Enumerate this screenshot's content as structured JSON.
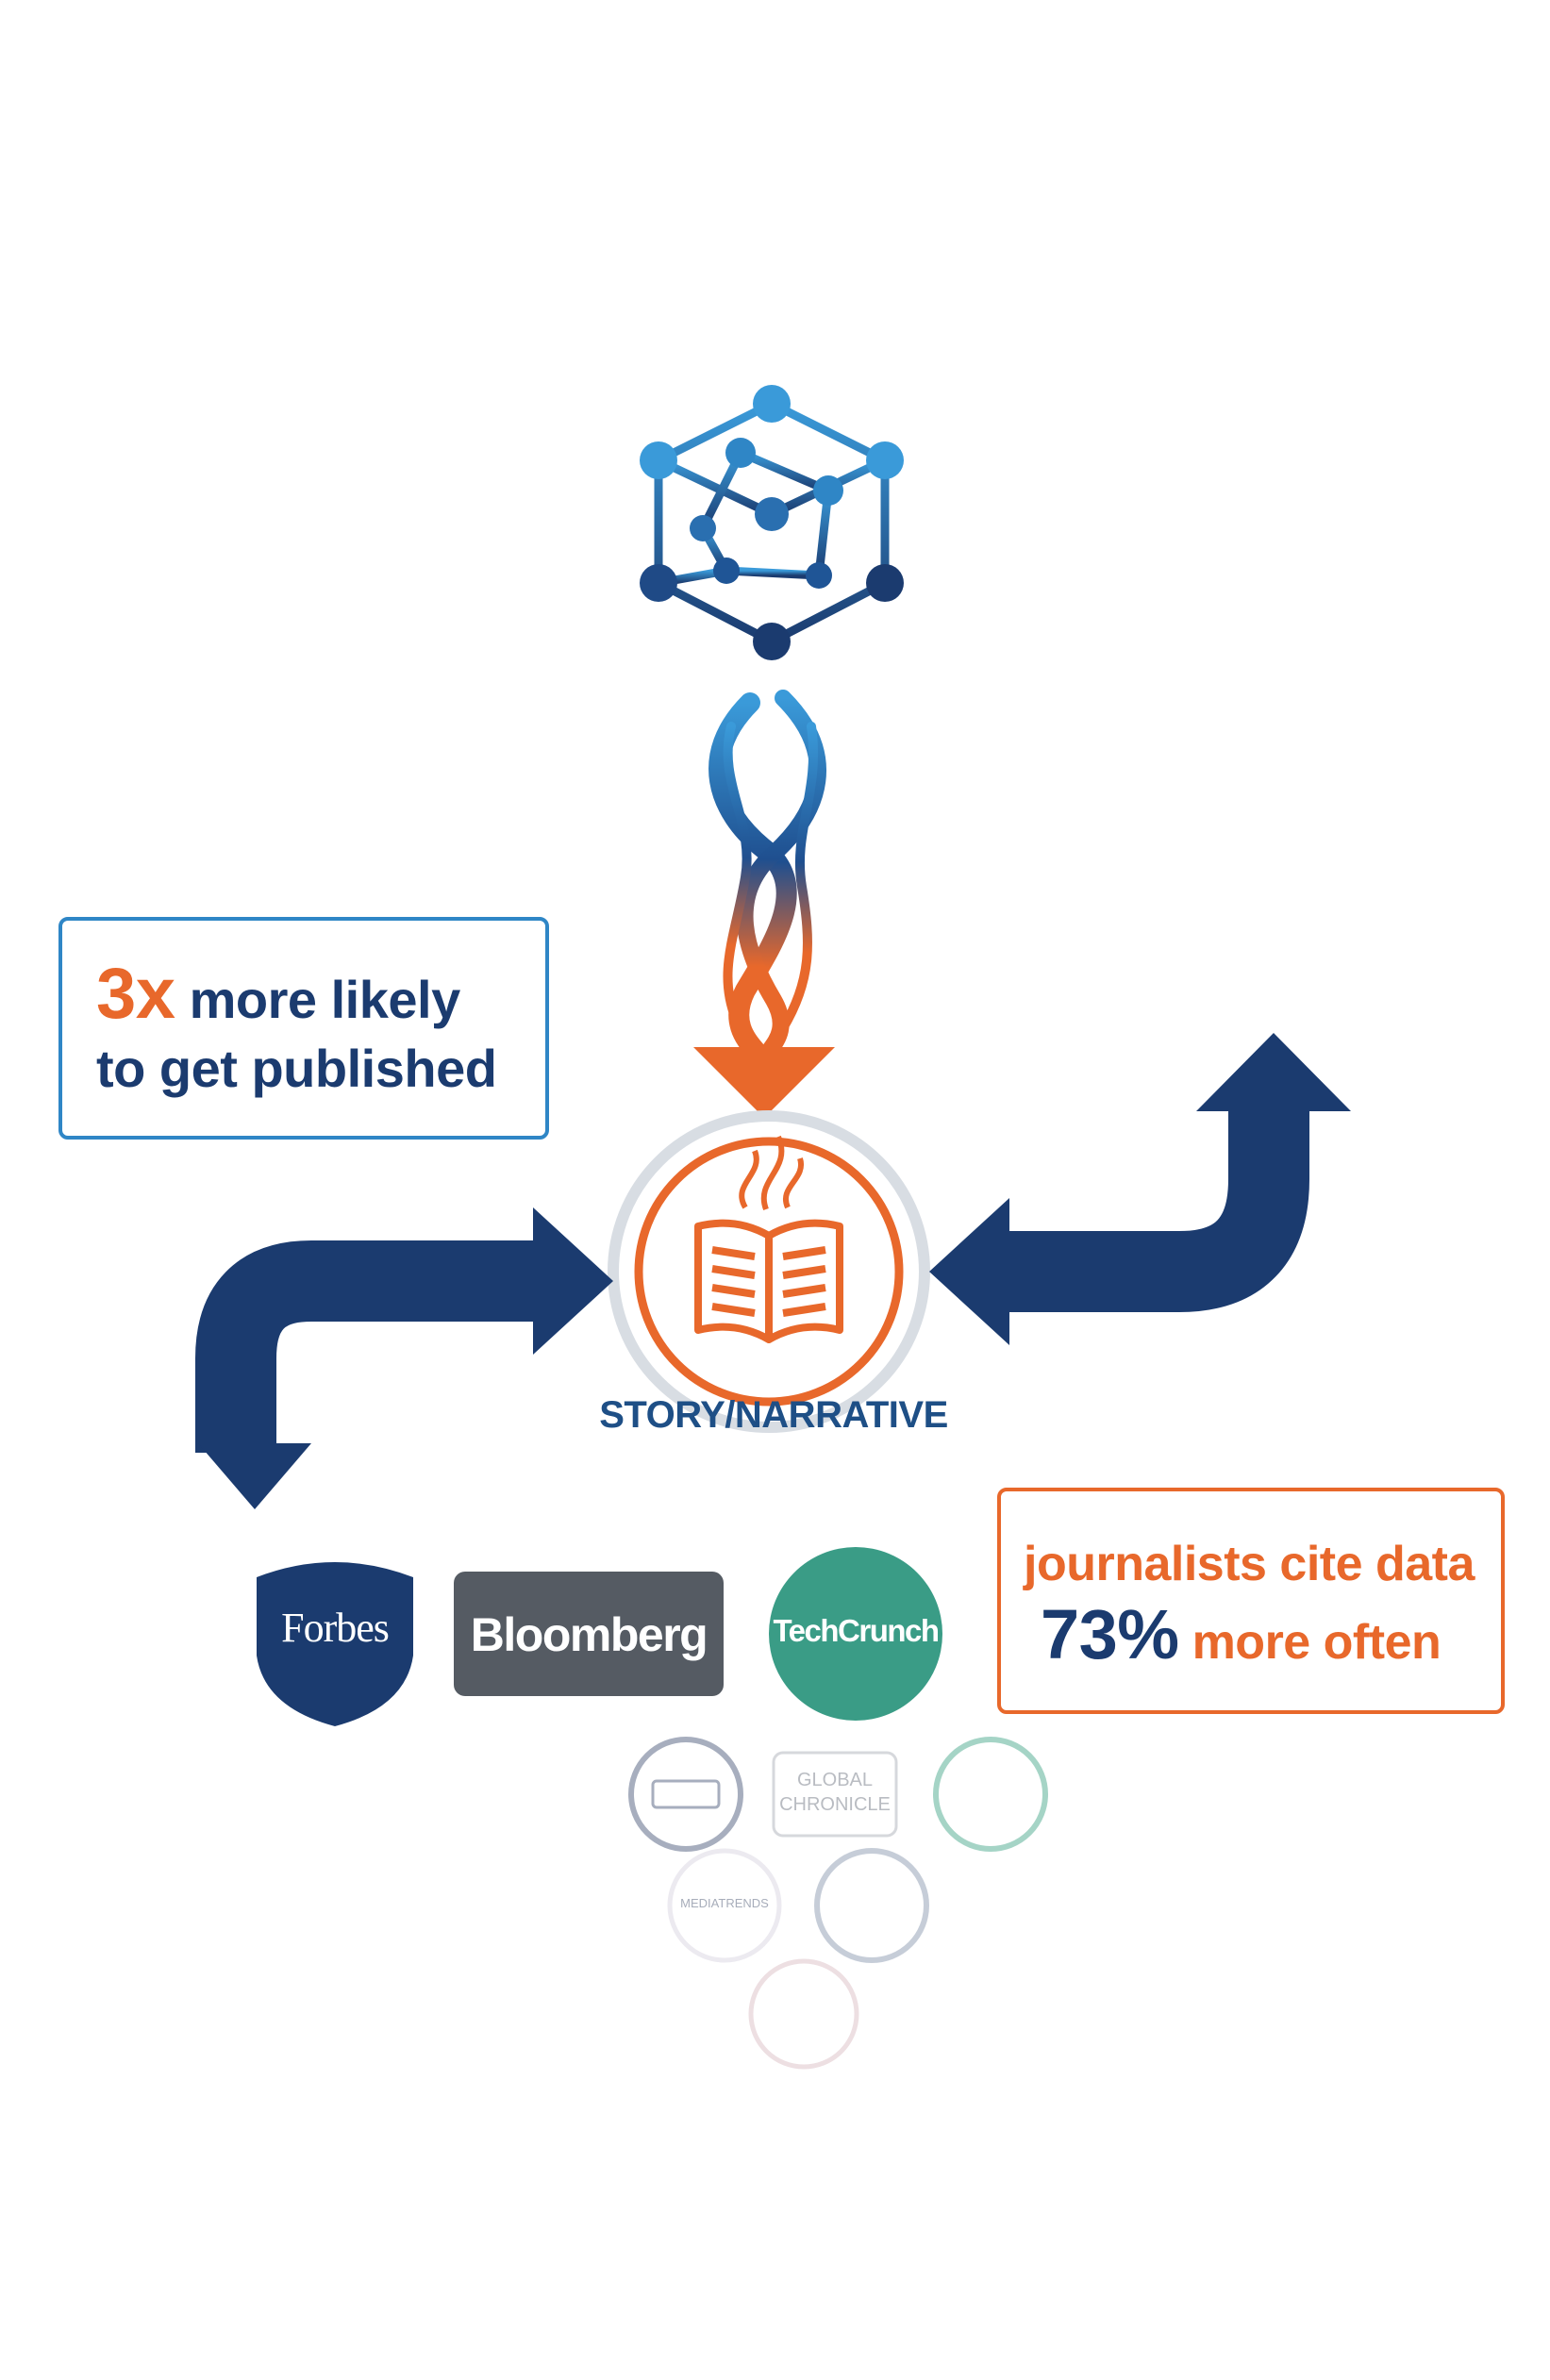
{
  "callout_published": {
    "highlight": "3x",
    "text_a": "more likely",
    "text_b": "to get published"
  },
  "center": {
    "label": "STORY/NARRATIVE"
  },
  "callout_journalists": {
    "line1": "journalists cite data",
    "stat": "73%",
    "stat_suffix": "more often"
  },
  "outlets": {
    "forbes": "Forbes",
    "bloomberg": "Bloomberg",
    "techcrunch": "TechCrunch",
    "faint": [
      "GLOBAL",
      "CHRONICLE",
      "MEDIATRENDS"
    ]
  },
  "colors": {
    "navy": "#1b3b6f",
    "blue": "#2f86c6",
    "orange": "#e8682b",
    "bloomberg_gray": "#555b63",
    "techcrunch_teal": "#3a9c86"
  },
  "icons": [
    "network-cube-icon",
    "data-stream-icon",
    "open-book-icon"
  ]
}
